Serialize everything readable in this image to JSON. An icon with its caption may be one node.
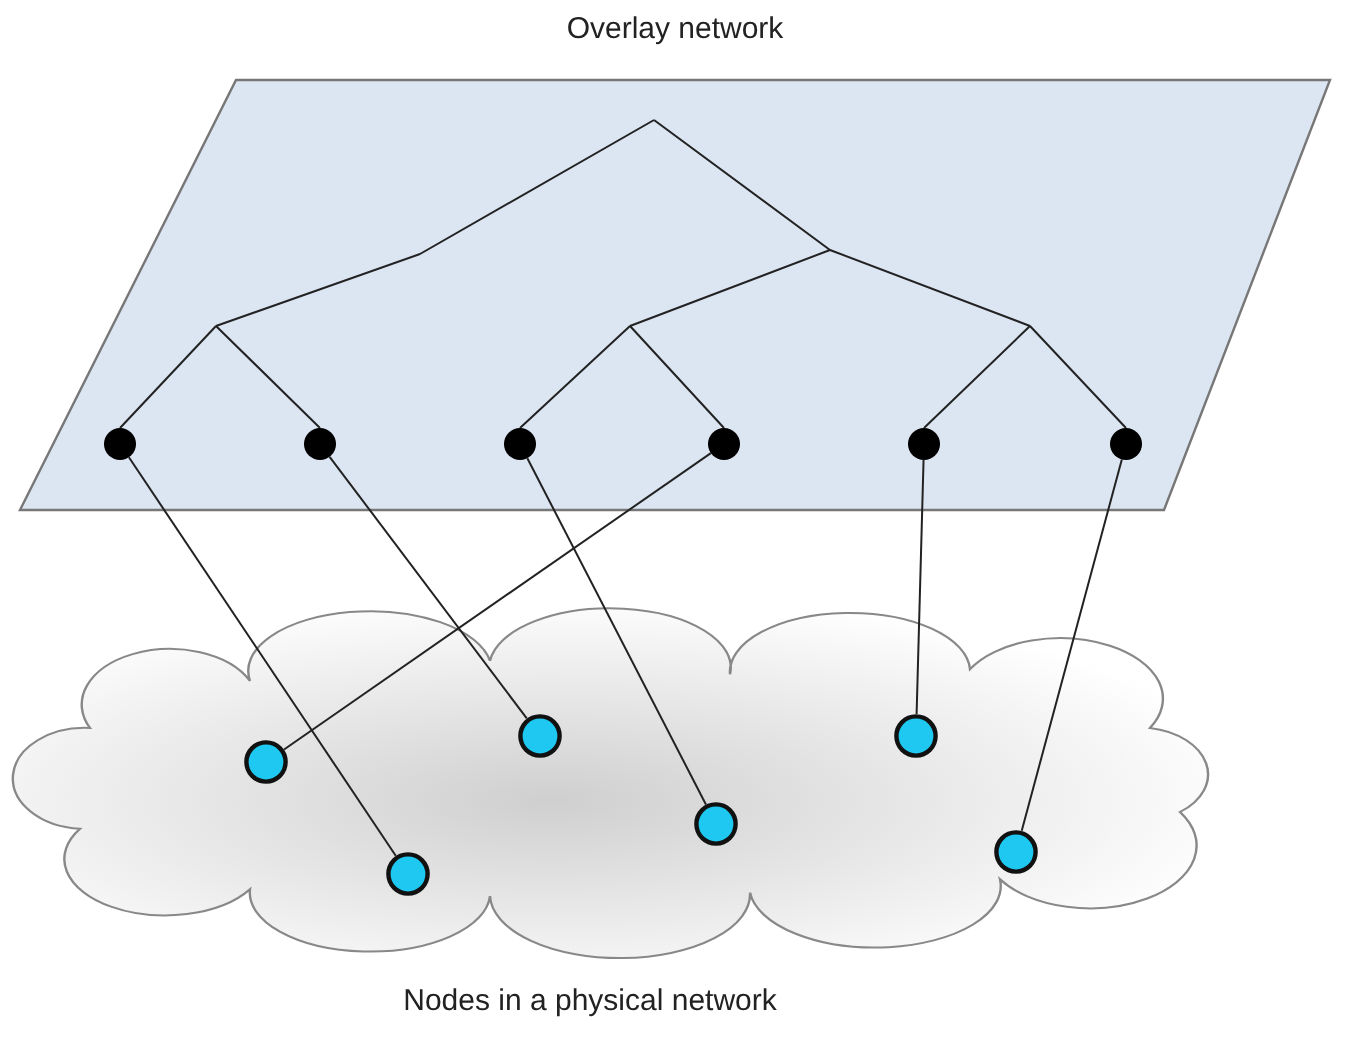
{
  "diagram": {
    "nodes": [
      {
        "text": [
          "Overlay network"
        ]
      },
      {
        "text": [],
        "shape": "circle",
        "in": 0
      },
      {
        "text": [],
        "shape": "circle",
        "in": 0
      },
      {
        "text": [],
        "shape": "circle",
        "in": 0
      },
      {
        "text": [],
        "shape": "circle",
        "in": 0
      },
      {
        "text": [],
        "shape": "circle",
        "in": 0
      },
      {
        "text": [],
        "shape": "circle",
        "in": 0
      },
      {
        "text": [
          "Nodes in a physical network"
        ]
      },
      {
        "text": [],
        "shape": "circle",
        "in": 7
      },
      {
        "text": [],
        "shape": "circle",
        "in": 7
      },
      {
        "text": [],
        "shape": "circle",
        "in": 7
      },
      {
        "text": [],
        "shape": "circle",
        "in": 7
      },
      {
        "text": [],
        "shape": "circle",
        "in": 7
      },
      {
        "text": [],
        "shape": "circle",
        "in": 7
      }
    ],
    "edges": [
      {
        "from": 1,
        "to": 9,
        "arrow": "none"
      },
      {
        "from": 2,
        "to": 10,
        "arrow": "none"
      },
      {
        "from": 3,
        "to": 11,
        "arrow": "none"
      },
      {
        "from": 4,
        "to": 8,
        "arrow": "none"
      },
      {
        "from": 5,
        "to": 12,
        "arrow": "none"
      },
      {
        "from": 6,
        "to": 13,
        "arrow": "none"
      }
    ]
  }
}
